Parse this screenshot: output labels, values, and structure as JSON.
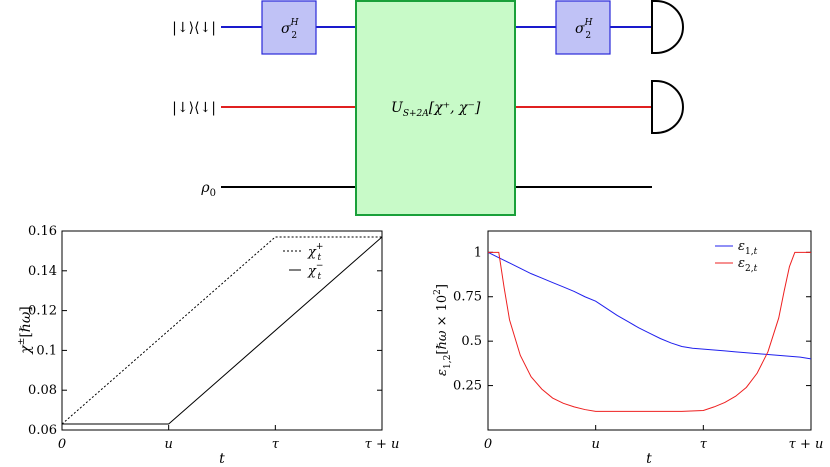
{
  "circuit": {
    "wire1_label": "|↓⟩⟨↓|",
    "wire2_label": "|↓⟩⟨↓|",
    "wire3_label": "ρ",
    "wire3_sub": "0",
    "gate_left_label": "σ",
    "gate_right_label": "σ",
    "gate_sup": "H",
    "gate_sub": "2",
    "unitary_main": "U",
    "unitary_sub": "S+2A",
    "unitary_args": "[χ⁺, χ⁻]",
    "colors": {
      "wire1": "#1a1acc",
      "wire2": "#e02020",
      "wire3": "#000000",
      "gate_fill": "#c0c2f6",
      "gate_stroke": "#2a2ad8",
      "unitary_fill": "#c8fac8",
      "unitary_stroke": "#1aa03a"
    }
  },
  "chart_data": [
    {
      "type": "line",
      "ylabel": "χ±[ℏω]",
      "xlabel": "t",
      "x_ticks": [
        "0",
        "u",
        "τ",
        "τ + u"
      ],
      "y_ticks": [
        "0.06",
        "0.08",
        "0.1",
        "0.12",
        "0.14",
        "0.16"
      ],
      "ylim": [
        0.06,
        0.16
      ],
      "legend_position": "top-right",
      "series": [
        {
          "name": "χt+",
          "style": "dotted",
          "x": [
            "0",
            "τ",
            "τ + u"
          ],
          "y": [
            0.063,
            0.157,
            0.157
          ]
        },
        {
          "name": "χt−",
          "style": "solid",
          "x": [
            "0",
            "u",
            "τ + u"
          ],
          "y": [
            0.063,
            0.063,
            0.157
          ]
        }
      ]
    },
    {
      "type": "line",
      "ylabel": "ε1,2[ℏω × 10²]",
      "xlabel": "t",
      "x_ticks": [
        "0",
        "u",
        "τ",
        "τ + u"
      ],
      "y_ticks": [
        "0.25",
        "0.5",
        "0.75",
        "1"
      ],
      "ylim": [
        0,
        1.12
      ],
      "legend_position": "top-right",
      "series": [
        {
          "name": "ε1,t",
          "color": "#2020ee",
          "x": [
            0,
            0.1,
            0.2,
            0.3,
            0.4,
            0.5,
            0.6,
            0.7,
            0.8,
            0.9,
            1.0,
            1.1,
            1.2,
            1.3,
            1.4,
            1.5,
            1.6,
            1.7,
            1.8,
            1.9,
            2.0,
            2.1,
            2.2,
            2.3,
            2.4,
            2.5,
            2.6,
            2.7,
            2.8,
            2.9,
            3.0
          ],
          "y": [
            1.0,
            0.97,
            0.94,
            0.91,
            0.88,
            0.855,
            0.83,
            0.805,
            0.78,
            0.75,
            0.725,
            0.685,
            0.645,
            0.61,
            0.575,
            0.545,
            0.515,
            0.49,
            0.47,
            0.46,
            0.455,
            0.45,
            0.445,
            0.44,
            0.435,
            0.43,
            0.425,
            0.42,
            0.415,
            0.41,
            0.4
          ]
        },
        {
          "name": "ε2,t",
          "color": "#ee2020",
          "x": [
            0,
            0.1,
            0.15,
            0.2,
            0.3,
            0.4,
            0.5,
            0.6,
            0.7,
            0.8,
            0.9,
            1.0,
            1.2,
            1.4,
            1.6,
            1.8,
            2.0,
            2.1,
            2.2,
            2.3,
            2.4,
            2.5,
            2.6,
            2.7,
            2.75,
            2.8,
            2.85,
            2.9,
            3.0
          ],
          "y": [
            1.0,
            1.0,
            0.8,
            0.62,
            0.42,
            0.3,
            0.23,
            0.18,
            0.15,
            0.13,
            0.115,
            0.105,
            0.105,
            0.105,
            0.105,
            0.105,
            0.11,
            0.13,
            0.155,
            0.19,
            0.24,
            0.32,
            0.44,
            0.63,
            0.78,
            0.92,
            1.0,
            1.0,
            1.0
          ]
        }
      ]
    }
  ]
}
